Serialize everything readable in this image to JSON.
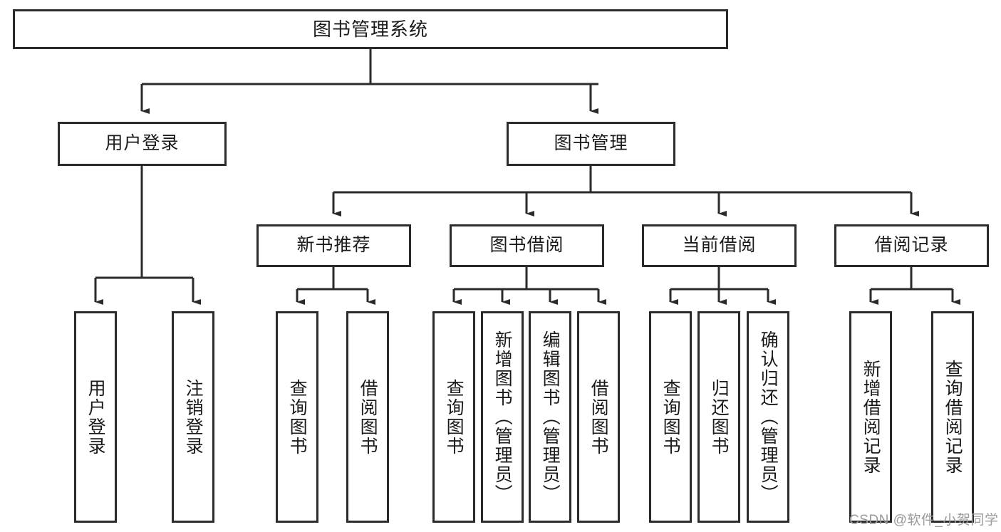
{
  "diagram": {
    "title": "图书管理系统",
    "type": "hierarchy-tree",
    "root": {
      "label": "图书管理系统",
      "id": "root"
    },
    "level2": [
      {
        "id": "user-login",
        "label": "用户登录"
      },
      {
        "id": "book-management",
        "label": "图书管理"
      }
    ],
    "level3": [
      {
        "id": "new-book-recommend",
        "label": "新书推荐",
        "parent": "book-management"
      },
      {
        "id": "book-borrow",
        "label": "图书借阅",
        "parent": "book-management"
      },
      {
        "id": "current-borrow",
        "label": "当前借阅",
        "parent": "book-management"
      },
      {
        "id": "borrow-record",
        "label": "借阅记录",
        "parent": "book-management"
      }
    ],
    "leaves": [
      {
        "id": "leaf-user-login",
        "label": "用户登录",
        "parent": "user-login"
      },
      {
        "id": "leaf-logout-login",
        "label": "注销登录",
        "parent": "user-login"
      },
      {
        "id": "leaf-query-book-1",
        "label": "查询图书",
        "parent": "new-book-recommend"
      },
      {
        "id": "leaf-borrow-book-1",
        "label": "借阅图书",
        "parent": "new-book-recommend"
      },
      {
        "id": "leaf-query-book-2",
        "label": "查询图书",
        "parent": "book-borrow"
      },
      {
        "id": "leaf-add-book",
        "label": "新增图书（管理员）",
        "parent": "book-borrow"
      },
      {
        "id": "leaf-edit-book",
        "label": "编辑图书（管理员）",
        "parent": "book-borrow"
      },
      {
        "id": "leaf-borrow-book-2",
        "label": "借阅图书",
        "parent": "book-borrow"
      },
      {
        "id": "leaf-query-book-3",
        "label": "查询图书",
        "parent": "current-borrow"
      },
      {
        "id": "leaf-return-book",
        "label": "归还图书",
        "parent": "current-borrow"
      },
      {
        "id": "leaf-confirm-return",
        "label": "确认归还（管理员）",
        "parent": "current-borrow"
      },
      {
        "id": "leaf-add-record",
        "label": "新增借阅记录",
        "parent": "borrow-record"
      },
      {
        "id": "leaf-query-record",
        "label": "查询借阅记录",
        "parent": "borrow-record"
      }
    ],
    "watermark": "CSDN @软件_小贺同学",
    "colors": {
      "border": "#2b2b2b",
      "background": "#ffffff",
      "text": "#1a1a1a",
      "watermark": "#9a9a9a"
    }
  }
}
